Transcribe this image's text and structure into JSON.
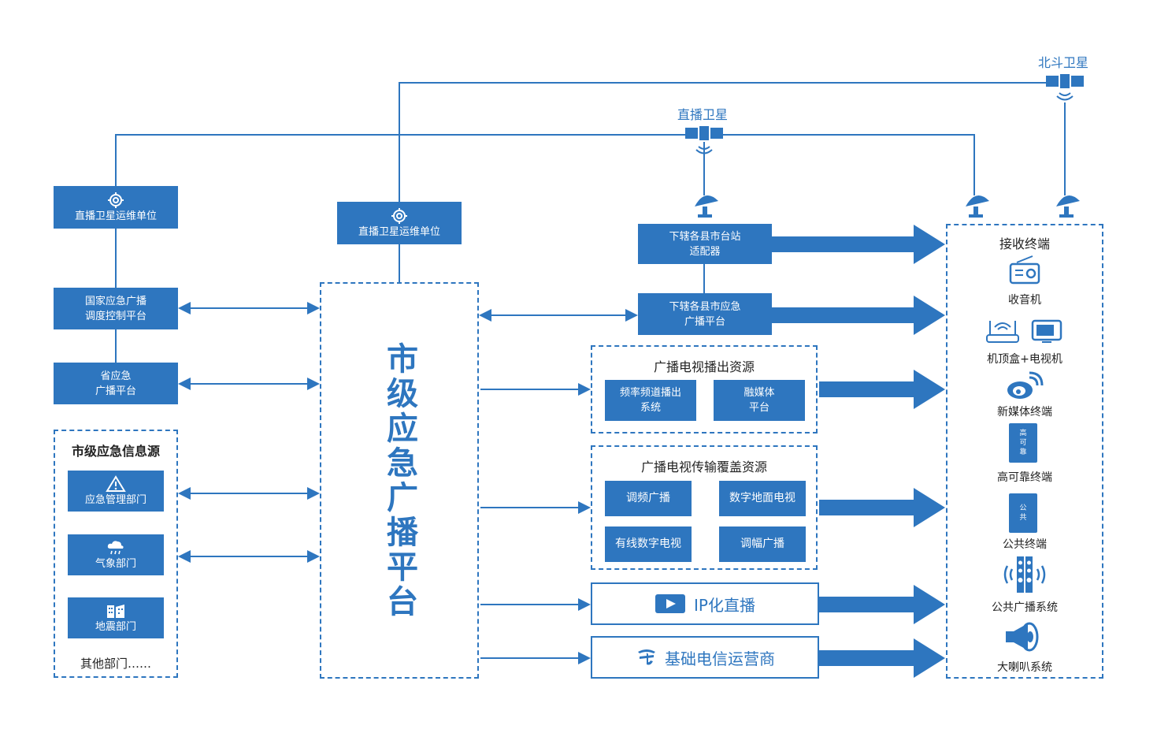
{
  "satellites": {
    "beidou": "北斗卫星",
    "live": "直播卫星"
  },
  "ops_unit_left": "直播卫星运维单位",
  "ops_unit_mid": "直播卫星运维单位",
  "national_platform": [
    "国家应急广播",
    "调度控制平台"
  ],
  "province_platform": [
    "省应急",
    "广播平台"
  ],
  "info_source": {
    "title": "市级应急信息源",
    "items": [
      "应急管理部门",
      "气象部门",
      "地震部门"
    ],
    "other": "其他部门……"
  },
  "city_platform": "市级应急广播平台",
  "county_adapter": [
    "下辖各县市台站",
    "适配器"
  ],
  "county_platform": [
    "下辖各县市应急",
    "广播平台"
  ],
  "broadcast_res": {
    "title": "广播电视播出资源",
    "items": [
      [
        "频率频道播出",
        "系统"
      ],
      [
        "融媒体",
        "平台"
      ]
    ]
  },
  "transmission_res": {
    "title": "广播电视传输覆盖资源",
    "items": [
      "调频广播",
      "数字地面电视",
      "有线数字电视",
      "调幅广播"
    ]
  },
  "ip_live": "IP化直播",
  "telecom": "基础电信运营商",
  "terminals": {
    "title": "接收终端",
    "items": [
      "收音机",
      "机顶盒+电视机",
      "新媒体终端",
      "高可靠终端",
      "公共终端",
      "公共广播系统",
      "大喇叭系统"
    ],
    "high_rel_badge": [
      "高",
      "可",
      "靠"
    ],
    "public_badge": [
      "公",
      "共"
    ]
  },
  "colors": {
    "primary": "#2e76bf"
  }
}
